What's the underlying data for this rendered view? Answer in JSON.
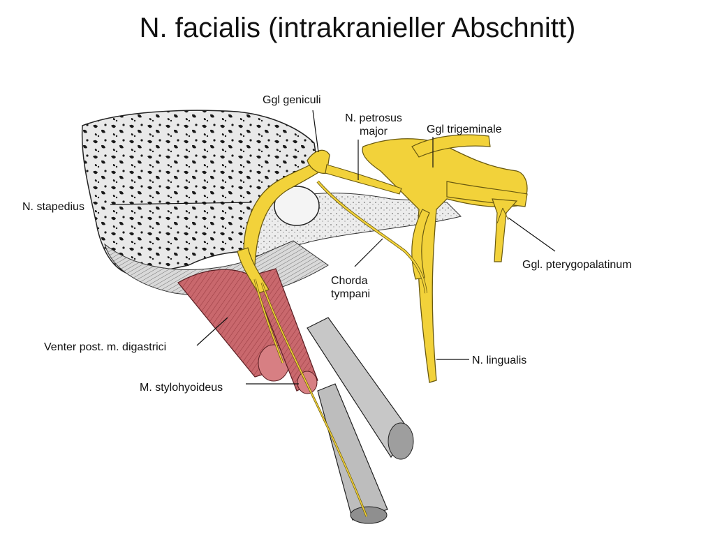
{
  "title": "N. facialis (intrakranieller Abschnitt)",
  "labels": {
    "ggl_geniculi": "Ggl geniculi",
    "n_petrosus_major_line1": "N. petrosus",
    "n_petrosus_major_line2": "major",
    "ggl_trigeminale": "Ggl trigeminale",
    "n_stapedius": "N. stapedius",
    "ggl_pterygopalatinum": "Ggl. pterygopalatinum",
    "chorda_tympani_line1": "Chorda",
    "chorda_tympani_line2": "tympani",
    "venter_post": "Venter post. m. digastrici",
    "n_lingualis": "N. lingualis",
    "m_stylohyoideus": "M. stylohyoideus"
  },
  "colors": {
    "nerve": "#f2d23a",
    "nerve_outline": "#6a5a10",
    "bone": "#e6e6e6",
    "bone_pore": "#1a1a1a",
    "muscle": "#c96a6e",
    "tendon": "#bdbdbd",
    "ink": "#111111"
  }
}
